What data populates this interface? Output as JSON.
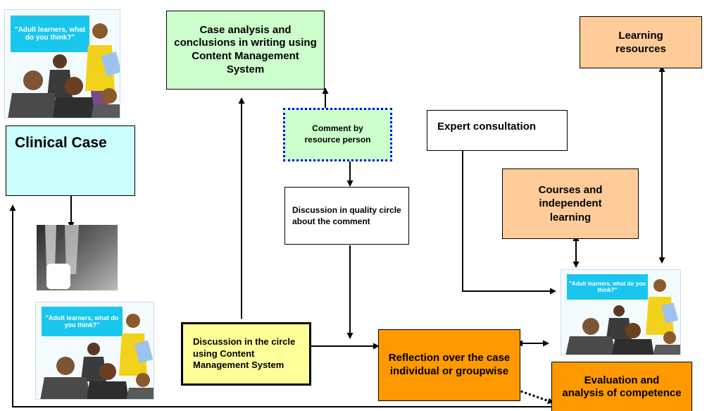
{
  "nodes": {
    "clinical_case": "Clinical Case",
    "case_analysis": "Case analysis and conclusions in writing using Content Management System",
    "comment": "Comment by resource person",
    "discussion_quality": "Discussion in quality circle about the comment",
    "discussion_circle": "Discussion in the circle using Content Management System",
    "reflection": "Reflection over the case individual or groupwise",
    "evaluation": "Evaluation and analysis of competence",
    "expert": "Expert consultation",
    "courses": "Courses and independent learning",
    "learning_resources": "Learning resources"
  },
  "clipart": {
    "speech_text": "\"Adult learners, what do you think?\""
  },
  "colors": {
    "clinical_case": "#ccffff",
    "case_analysis": "#ccffcc",
    "comment": "#ccffcc",
    "comment_border": "#0000ff",
    "discussion_circle": "#ffff99",
    "reflection": "#ff9900",
    "evaluation": "#ff9900",
    "courses": "#ffcc99",
    "learning_resources": "#ffcc99"
  }
}
